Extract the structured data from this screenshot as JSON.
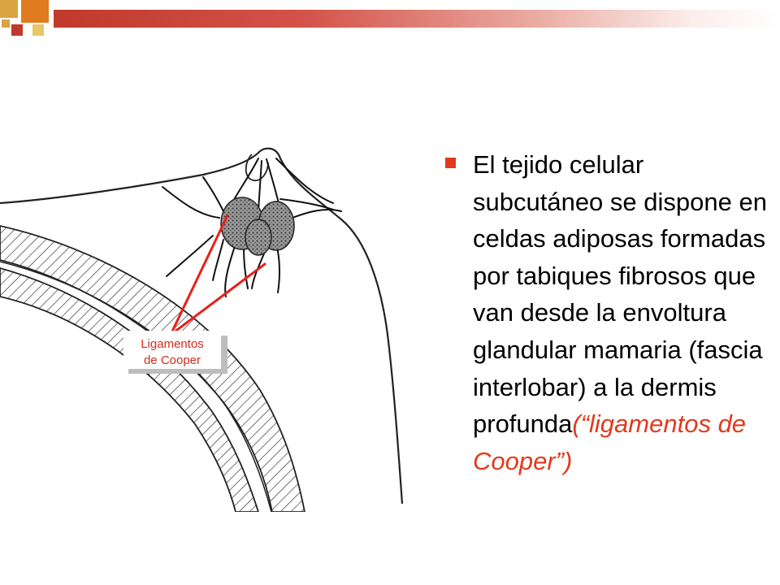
{
  "slide": {
    "bullet": {
      "text": "El tejido celular subcutáneo se dispone en celdas adiposas formadas por tabiques fibrosos que van desde la envoltura glandular mamaria (fascia interlobar) a la dermis profunda",
      "highlight": "(“ligamentos de Cooper”)"
    },
    "figure": {
      "callout_line1": "Ligamentos",
      "callout_line2": "de Cooper"
    }
  },
  "colors": {
    "accent_red": "#e03a1e",
    "decor_gold": "#d9a441",
    "decor_orange": "#e07b1f",
    "bar_red": "#c0392b",
    "callout_text": "#d12b1e",
    "callout_line": "#e8201a"
  }
}
